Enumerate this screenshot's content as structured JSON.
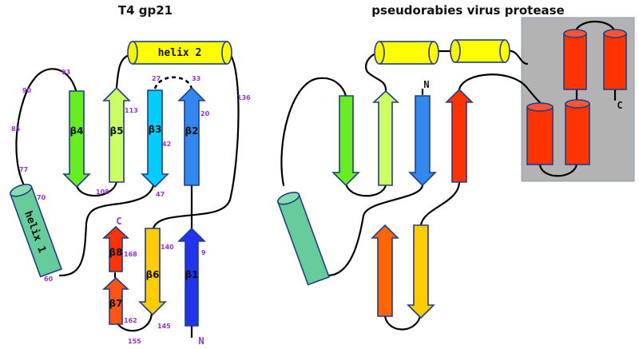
{
  "panels": {
    "left": {
      "title": "T4 gp21",
      "helices": [
        "helix 2",
        "helix 1"
      ],
      "strands": [
        "β4",
        "β5",
        "β3",
        "β2",
        "β8",
        "β7",
        "β6",
        "β1"
      ],
      "termini": {
        "n": "N",
        "c": "C"
      },
      "residues": [
        "93",
        "90",
        "85",
        "77",
        "70",
        "60",
        "113",
        "108",
        "27",
        "33",
        "20",
        "42",
        "47",
        "136",
        "168",
        "162",
        "155",
        "140",
        "145",
        "9"
      ]
    },
    "right": {
      "title": "pseudorabies virus protease",
      "termini": {
        "n": "N",
        "c": "C"
      }
    }
  },
  "colors": {
    "helix_yellow": "#ffff00",
    "helix_green": "#66cc99",
    "helix_red": "#ff3300",
    "beta1": "#2233ee",
    "beta2": "#3388ee",
    "beta3": "#00ccff",
    "beta4": "#66ee22",
    "beta5": "#ccff66",
    "beta6": "#ffcc00",
    "beta7": "#ff5511",
    "beta8": "#ff3300",
    "right_orange": "#ff6600",
    "inset_bg": "#b3b3b3",
    "residue_text": "#9b30d9"
  }
}
